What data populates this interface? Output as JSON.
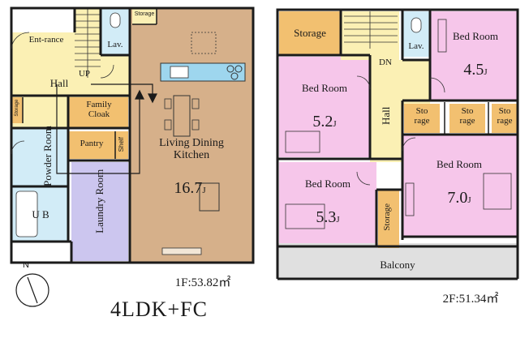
{
  "floor1": {
    "area_label": "1F:53.82㎡",
    "rooms": {
      "entrance": "Ent-rance",
      "hall": "Hall",
      "up": "UP",
      "lav": "Lav.",
      "storage_small": "Storage",
      "storage_side": "Storage",
      "family_cloak": "Family Cloak",
      "pantry": "Pantry",
      "shelf": "Shelf",
      "powder_room": "Powder Room",
      "laundry_room": "Laundry Room",
      "ub": "U B",
      "ldk_name": "Living Dining Kitchen",
      "ldk_size": "16.7",
      "ldk_unit": "J"
    }
  },
  "floor2": {
    "area_label": "2F:51.34㎡",
    "rooms": {
      "storage_top": "Storage",
      "dn": "DN",
      "lav": "Lav.",
      "hall": "Hall",
      "bed1_name": "Bed Room",
      "bed1_size": "4.5",
      "bed2_name": "Bed Room",
      "bed2_size": "5.2",
      "bed3_name": "Bed Room",
      "bed3_size": "5.3",
      "bed4_name": "Bed Room",
      "bed4_size": "7.0",
      "unit": "J",
      "storage1": "Sto rage",
      "storage2": "Sto rage",
      "storage3": "Sto rage",
      "storage_vertical": "Storage",
      "balcony": "Balcony"
    }
  },
  "plan_type": "4LDK+FC",
  "compass": "N",
  "colors": {
    "wall": "#1b1b1b",
    "ldk": "#d6b08a",
    "hall": "#fbf0b4",
    "bedroom": "#f6c6ea",
    "storage": "#f2c070",
    "laundry": "#ccc6ef",
    "wet": "#d2ecf7",
    "balcony": "#e0e0e0",
    "kitchen_counter": "#9ed6ee"
  }
}
